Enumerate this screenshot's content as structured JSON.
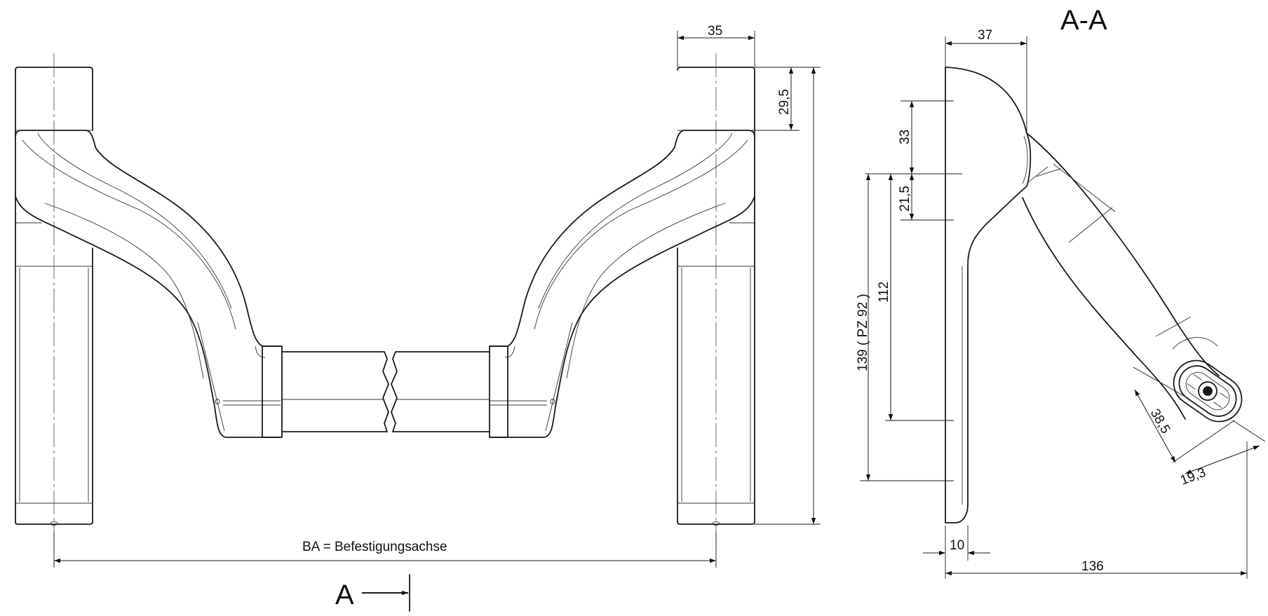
{
  "drawing": {
    "section_title": "A-A",
    "section_marker": "A",
    "front_view": {
      "dim_top_width": "35",
      "dim_top_height": "29,5",
      "axis_label": "BA = Befestigungsachse"
    },
    "section_view": {
      "dim_depth_top": "37",
      "dim_33": "33",
      "dim_21_5": "21,5",
      "dim_139": "139 ( PZ 92 )",
      "dim_112": "112",
      "dim_38_5": "38,5",
      "dim_19_3": "19,3",
      "dim_10": "10",
      "dim_136": "136"
    }
  }
}
